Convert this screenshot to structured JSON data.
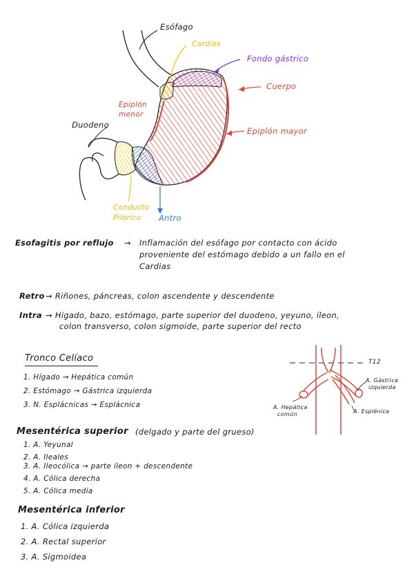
{
  "colors": {
    "ink": "#222222",
    "yellow": "#f5c518",
    "purple": "#8a2be2",
    "red": "#e0473a",
    "blue": "#2f7fd6"
  },
  "stomach_labels": {
    "esofago": "Esófago",
    "cardias": "Cardias",
    "fondo": "Fondo gástrico",
    "cuerpo": "Cuerpo",
    "epiplon_menor_1": "Epiplón",
    "epiplon_menor_2": "menor",
    "epiplon_mayor": "Epiplón mayor",
    "duodeno": "Duodeno",
    "conducto_1": "Conducto",
    "conducto_2": "Pilórico",
    "antro": "Antro"
  },
  "esofagitis": {
    "title": "Esofagitis por reflujo",
    "arrow": "→",
    "lines": [
      "Inflamación del esófago por contacto con ácido",
      "proveniente del estómago debido a un fallo en el",
      "Cardias"
    ]
  },
  "retro": {
    "label": "Retro",
    "text": "→ Riñones, páncreas, colon ascendente y descendente"
  },
  "intra": {
    "label": "Intra",
    "line1": "→ Hígado, bazo, estómago, parte superior del duodeno, yeyuno, íleon,",
    "line2": "colon transverso, colon sigmoide, parte superior del recto"
  },
  "tronco": {
    "title": "Tronco Celíaco",
    "items": [
      "1. Hígado → Hepática común",
      "2. Estómago → Gástrica izquierda",
      "3. N. Esplácnicas → Esplácnica"
    ]
  },
  "diagram": {
    "level": "T12",
    "gastrica": "A. Gástrica",
    "gastrica2": "izquierda",
    "hepatica": "A. Hepática",
    "hepatica2": "común",
    "esplenica": "A. Esplénica"
  },
  "mes_sup": {
    "title": "Mesentérica superior",
    "note": "(delgado y parte del grueso)",
    "items": [
      "1. A. Yeyunal",
      "2. A. Ileales",
      "3. A. Ileocólica → parte íleon + descendente",
      "4. A. Cólica derecha",
      "5. A. Cólica media"
    ]
  },
  "mes_inf": {
    "title": "Mesentérica inferior",
    "items": [
      "1. A. Cólica izquierda",
      "2. A. Rectal superior",
      "3. A. Sigmoidea"
    ]
  }
}
